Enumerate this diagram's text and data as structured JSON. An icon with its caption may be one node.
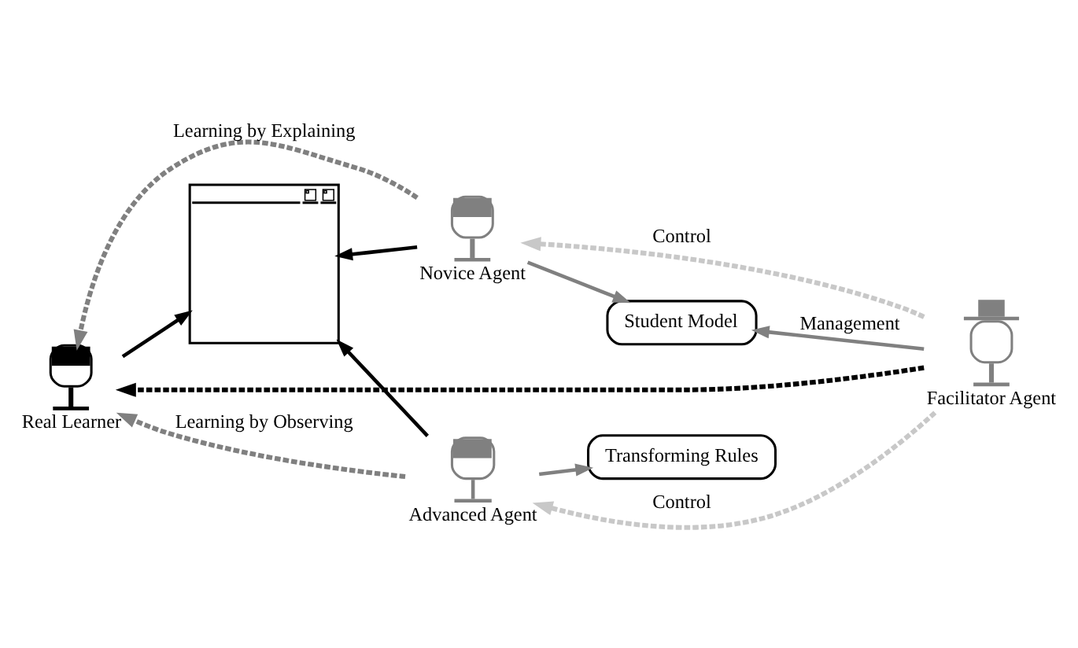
{
  "diagram": {
    "nodes": [
      {
        "text": [
          "Novice Agent"
        ]
      },
      {
        "text": [
          "Real Learner"
        ]
      },
      {
        "text": [],
        "shape": "box"
      },
      {
        "text": [
          "Student Model"
        ]
      },
      {
        "text": [
          "Transforming Rules"
        ]
      },
      {
        "text": [
          "Facilitator Agent"
        ]
      },
      {
        "text": [
          "Advanced Agent"
        ]
      }
    ],
    "edges": [
      {
        "from": 0,
        "to": 1,
        "arrow": "to",
        "style": "dashed",
        "label": "Learning by Explaining"
      },
      {
        "from": 0,
        "to": 2,
        "arrow": "to",
        "color": "#000000"
      },
      {
        "from": 0,
        "to": 3,
        "arrow": "to"
      },
      {
        "from": 5,
        "to": 0,
        "arrow": "to",
        "style": "dashed",
        "color": "#c8c8c8",
        "label": "Control"
      },
      {
        "from": 5,
        "to": 3,
        "arrow": "to",
        "label": "Management"
      },
      {
        "from": 1,
        "to": 2,
        "arrow": "to",
        "color": "#000000"
      },
      {
        "from": 5,
        "to": 1,
        "arrow": "to",
        "style": "dashed",
        "color": "#000000"
      },
      {
        "from": 6,
        "to": 2,
        "arrow": "to",
        "color": "#000000"
      },
      {
        "from": 6,
        "to": 4,
        "arrow": "to"
      },
      {
        "from": 6,
        "to": 1,
        "arrow": "to",
        "style": "dashed",
        "label": "Learning by Observing"
      },
      {
        "from": 5,
        "to": 6,
        "arrow": "to",
        "style": "dashed",
        "color": "#c8c8c8",
        "label": "Control"
      }
    ]
  }
}
